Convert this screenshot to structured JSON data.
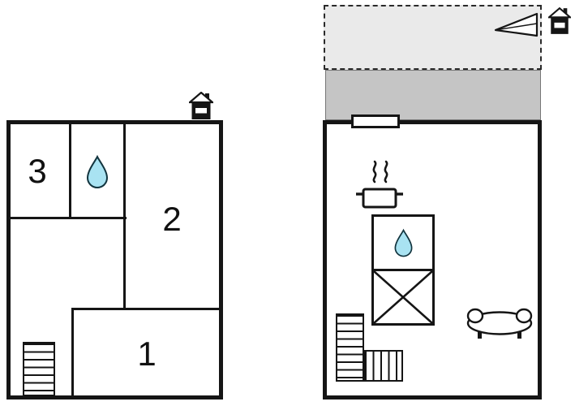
{
  "floor_plan": {
    "colors": {
      "wall": "#151515",
      "water_drop_fill": "#a9e3f2",
      "water_drop_outline": "#12343e",
      "terrace_fill": "#eaeaea",
      "annex_fill": "#c5c5c5",
      "background": "#ffffff"
    },
    "left_unit": {
      "rooms": [
        {
          "label": "1"
        },
        {
          "label": "2"
        },
        {
          "label": "3"
        }
      ],
      "fixtures": [
        {
          "icon": "water-drop-icon"
        },
        {
          "icon": "stairs-icon"
        },
        {
          "icon": "house-entrance-icon"
        }
      ]
    },
    "right_unit": {
      "fixtures": [
        {
          "icon": "cooking-pot-steam-icon"
        },
        {
          "icon": "water-drop-icon"
        },
        {
          "icon": "crossed-square-icon"
        },
        {
          "icon": "sofa-icon"
        },
        {
          "icon": "l-stairs-icon"
        },
        {
          "icon": "door-opening"
        },
        {
          "icon": "direction-arrow-icon"
        },
        {
          "icon": "house-entrance-icon"
        }
      ]
    }
  }
}
